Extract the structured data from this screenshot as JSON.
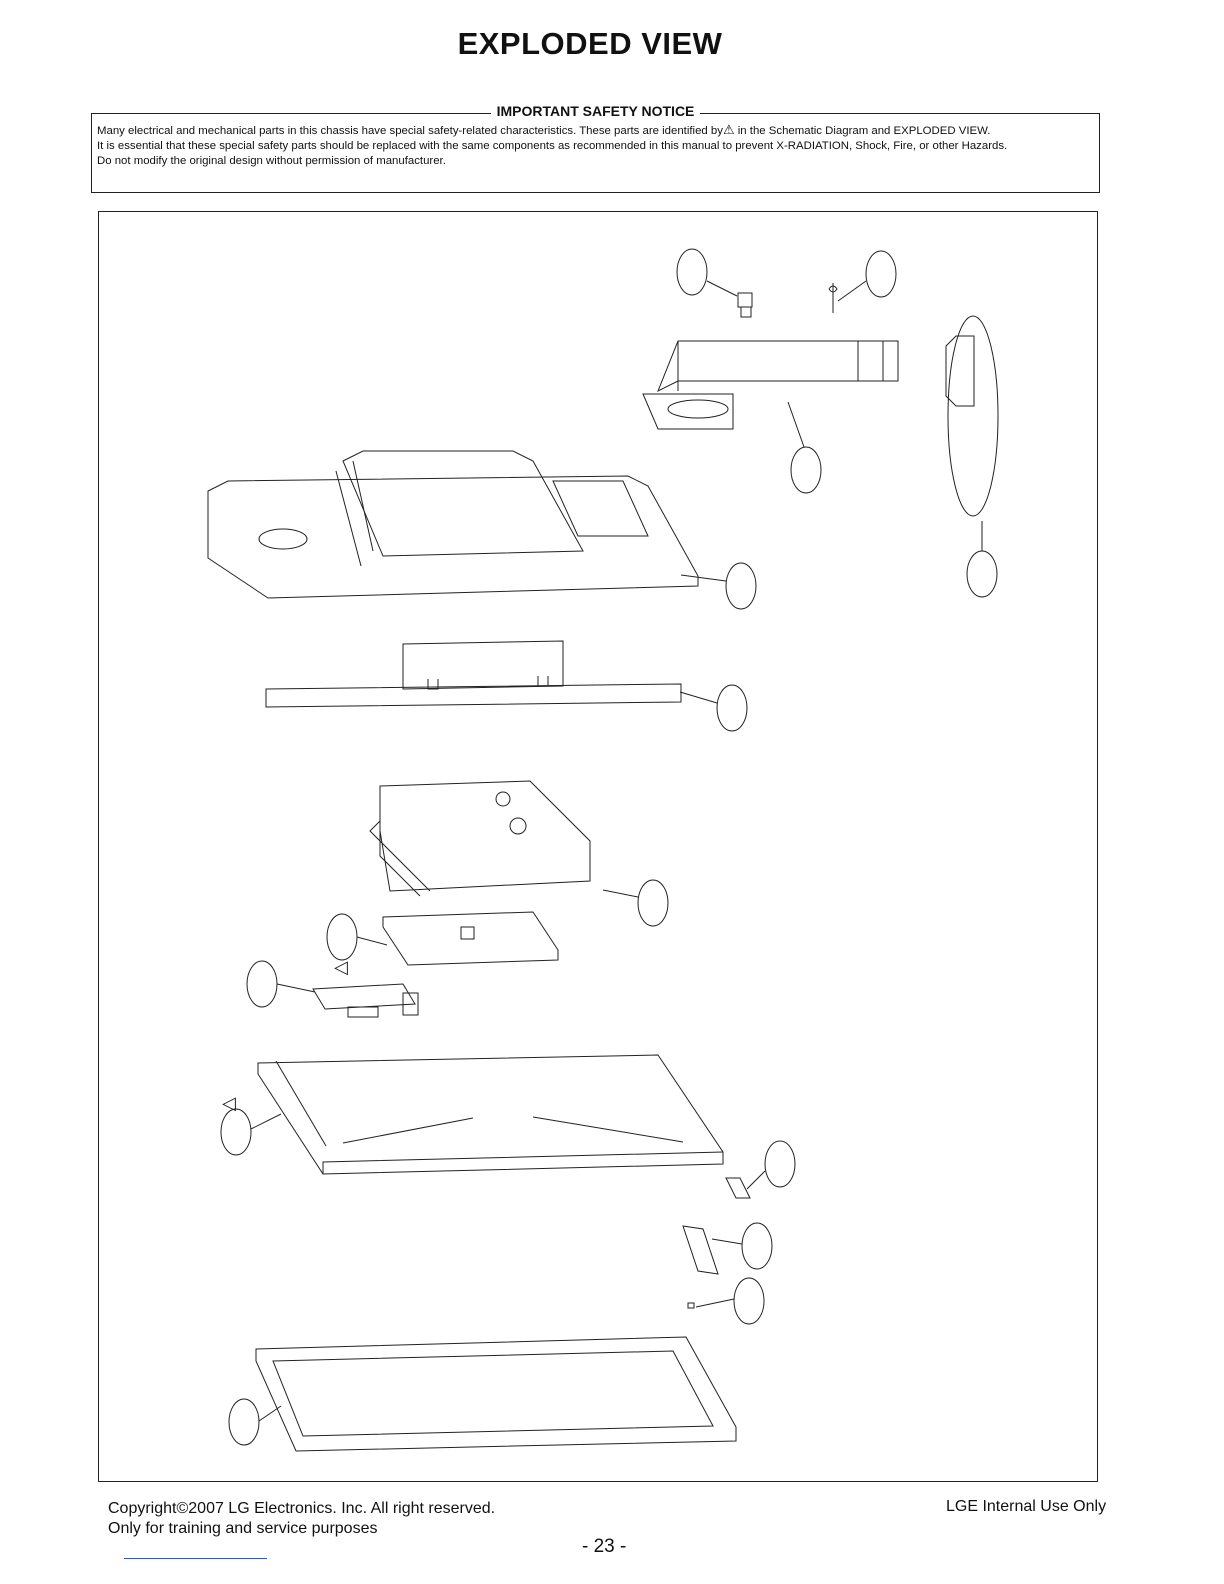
{
  "title": "EXPLODED VIEW",
  "notice": {
    "heading": "IMPORTANT SAFETY NOTICE",
    "line1_a": "Many electrical and mechanical parts in this chassis have special safety-related characteristics. These parts are identified by",
    "line1_b": " in the Schematic Diagram and EXPLODED VIEW.",
    "line2": "It is essential that these special safety parts should be replaced with the same components as recommended in this manual to prevent X-RADIATION, Shock, Fire, or other Hazards.",
    "line3": "Do not modify the original design without permission of manufacturer.",
    "warning_icon": "warning-triangle-icon"
  },
  "footer": {
    "copyright": "Copyright©2007 LG Electronics. Inc. All right reserved.",
    "purpose": "Only for training and service purposes",
    "page": "- 23 -",
    "internal": "LGE Internal Use Only"
  }
}
